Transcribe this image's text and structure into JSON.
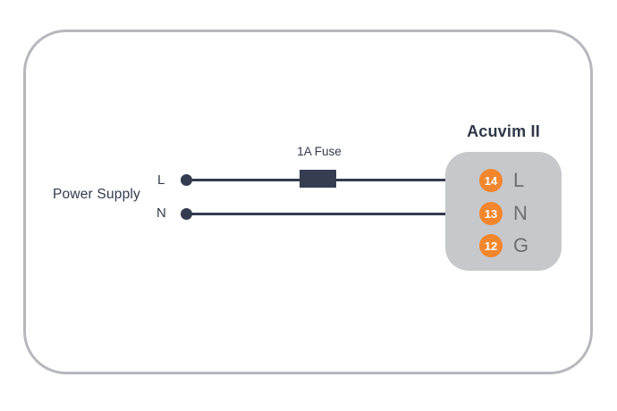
{
  "diagram": {
    "title": "Acuvim II",
    "power_supply_label": "Power Supply",
    "fuse_label": "1A Fuse",
    "source_terminals": [
      {
        "label": "L"
      },
      {
        "label": "N"
      }
    ],
    "meter_terminals": [
      {
        "number": "14",
        "label": "L"
      },
      {
        "number": "13",
        "label": "N"
      },
      {
        "number": "12",
        "label": "G"
      }
    ],
    "colors": {
      "wire": "#333B4E",
      "fuse": "#353D51",
      "terminal_circle": "#F1862D",
      "terminal_number_text": "#FFFFFF",
      "terminal_letter": "#6D6E71",
      "meter_box": "#C7C8CC",
      "outer_border": "#B7B8BE",
      "label_text": "#333B4D",
      "title_text": "#2F3849",
      "background": "#FFFFFF"
    }
  }
}
